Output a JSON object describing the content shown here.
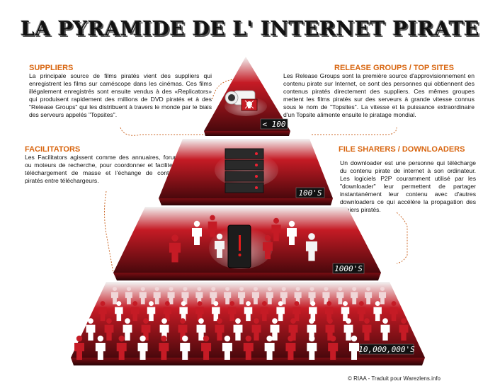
{
  "title": "LA PYRAMIDE DE L' INTERNET PIRATE",
  "sections": {
    "suppliers": {
      "heading": "SUPPLIERS",
      "text": "La principale source de films piratés vient des suppliers qui enregistrent les films sur caméscope dans les cinémas. Ces films illégalement enregistrés sont ensuite vendus à des «Replicators» qui produisent rapidement des millions de DVD piratés et à des \"Release Groups\" qui les distribuent à travers le monde par le biais des serveurs appelés \"Topsites\"."
    },
    "release_groups": {
      "heading": "RELEASE GROUPS / TOP SITES",
      "text": "Les Release Groups sont la première source d'approvisionnement en contenu pirate sur Internet, ce sont des personnes qui obtiennent des contenus piratés directement des suppliers. Ces mêmes groupes mettent les films piratés sur des serveurs à grande vitesse connus sous le nom de \"Topsites\". La vitesse et la puissance extraordinaire d'un Topsite alimente ensuite le piratage mondial."
    },
    "facilitators": {
      "heading": "FACILITATORS",
      "text": "Les Facilitators agissent comme des annuaires, forums ou moteurs de recherche, pour coordonner et faciliter le téléchargement de masse et l'échange de contenus piratés entre téléchargeurs."
    },
    "file_sharers": {
      "heading": "FILE SHARERS / DOWNLOADERS",
      "text": "Un downloader est une personne qui télécharge du contenu pirate de internet à son ordinateur. Les logiciels P2P couramment utilisé par les \"downloader\" leur permettent de partager instantanément leur contenu avec d'autres downloaders ce qui accélère la propagation des fichiers piratés."
    }
  },
  "counters": [
    "< 100",
    "100'S",
    "1000'S",
    "10,000,000'S"
  ],
  "credit": "© RIAA - Traduit pour Warezlens.info",
  "colors": {
    "accent": "#d8650f",
    "tier_red": "#a3101a",
    "tier_dark": "#5a0a0e"
  },
  "icons": [
    "camcorder-icon",
    "skull-icon",
    "server-rack-icon",
    "tower-server-icon",
    "person-icon"
  ]
}
